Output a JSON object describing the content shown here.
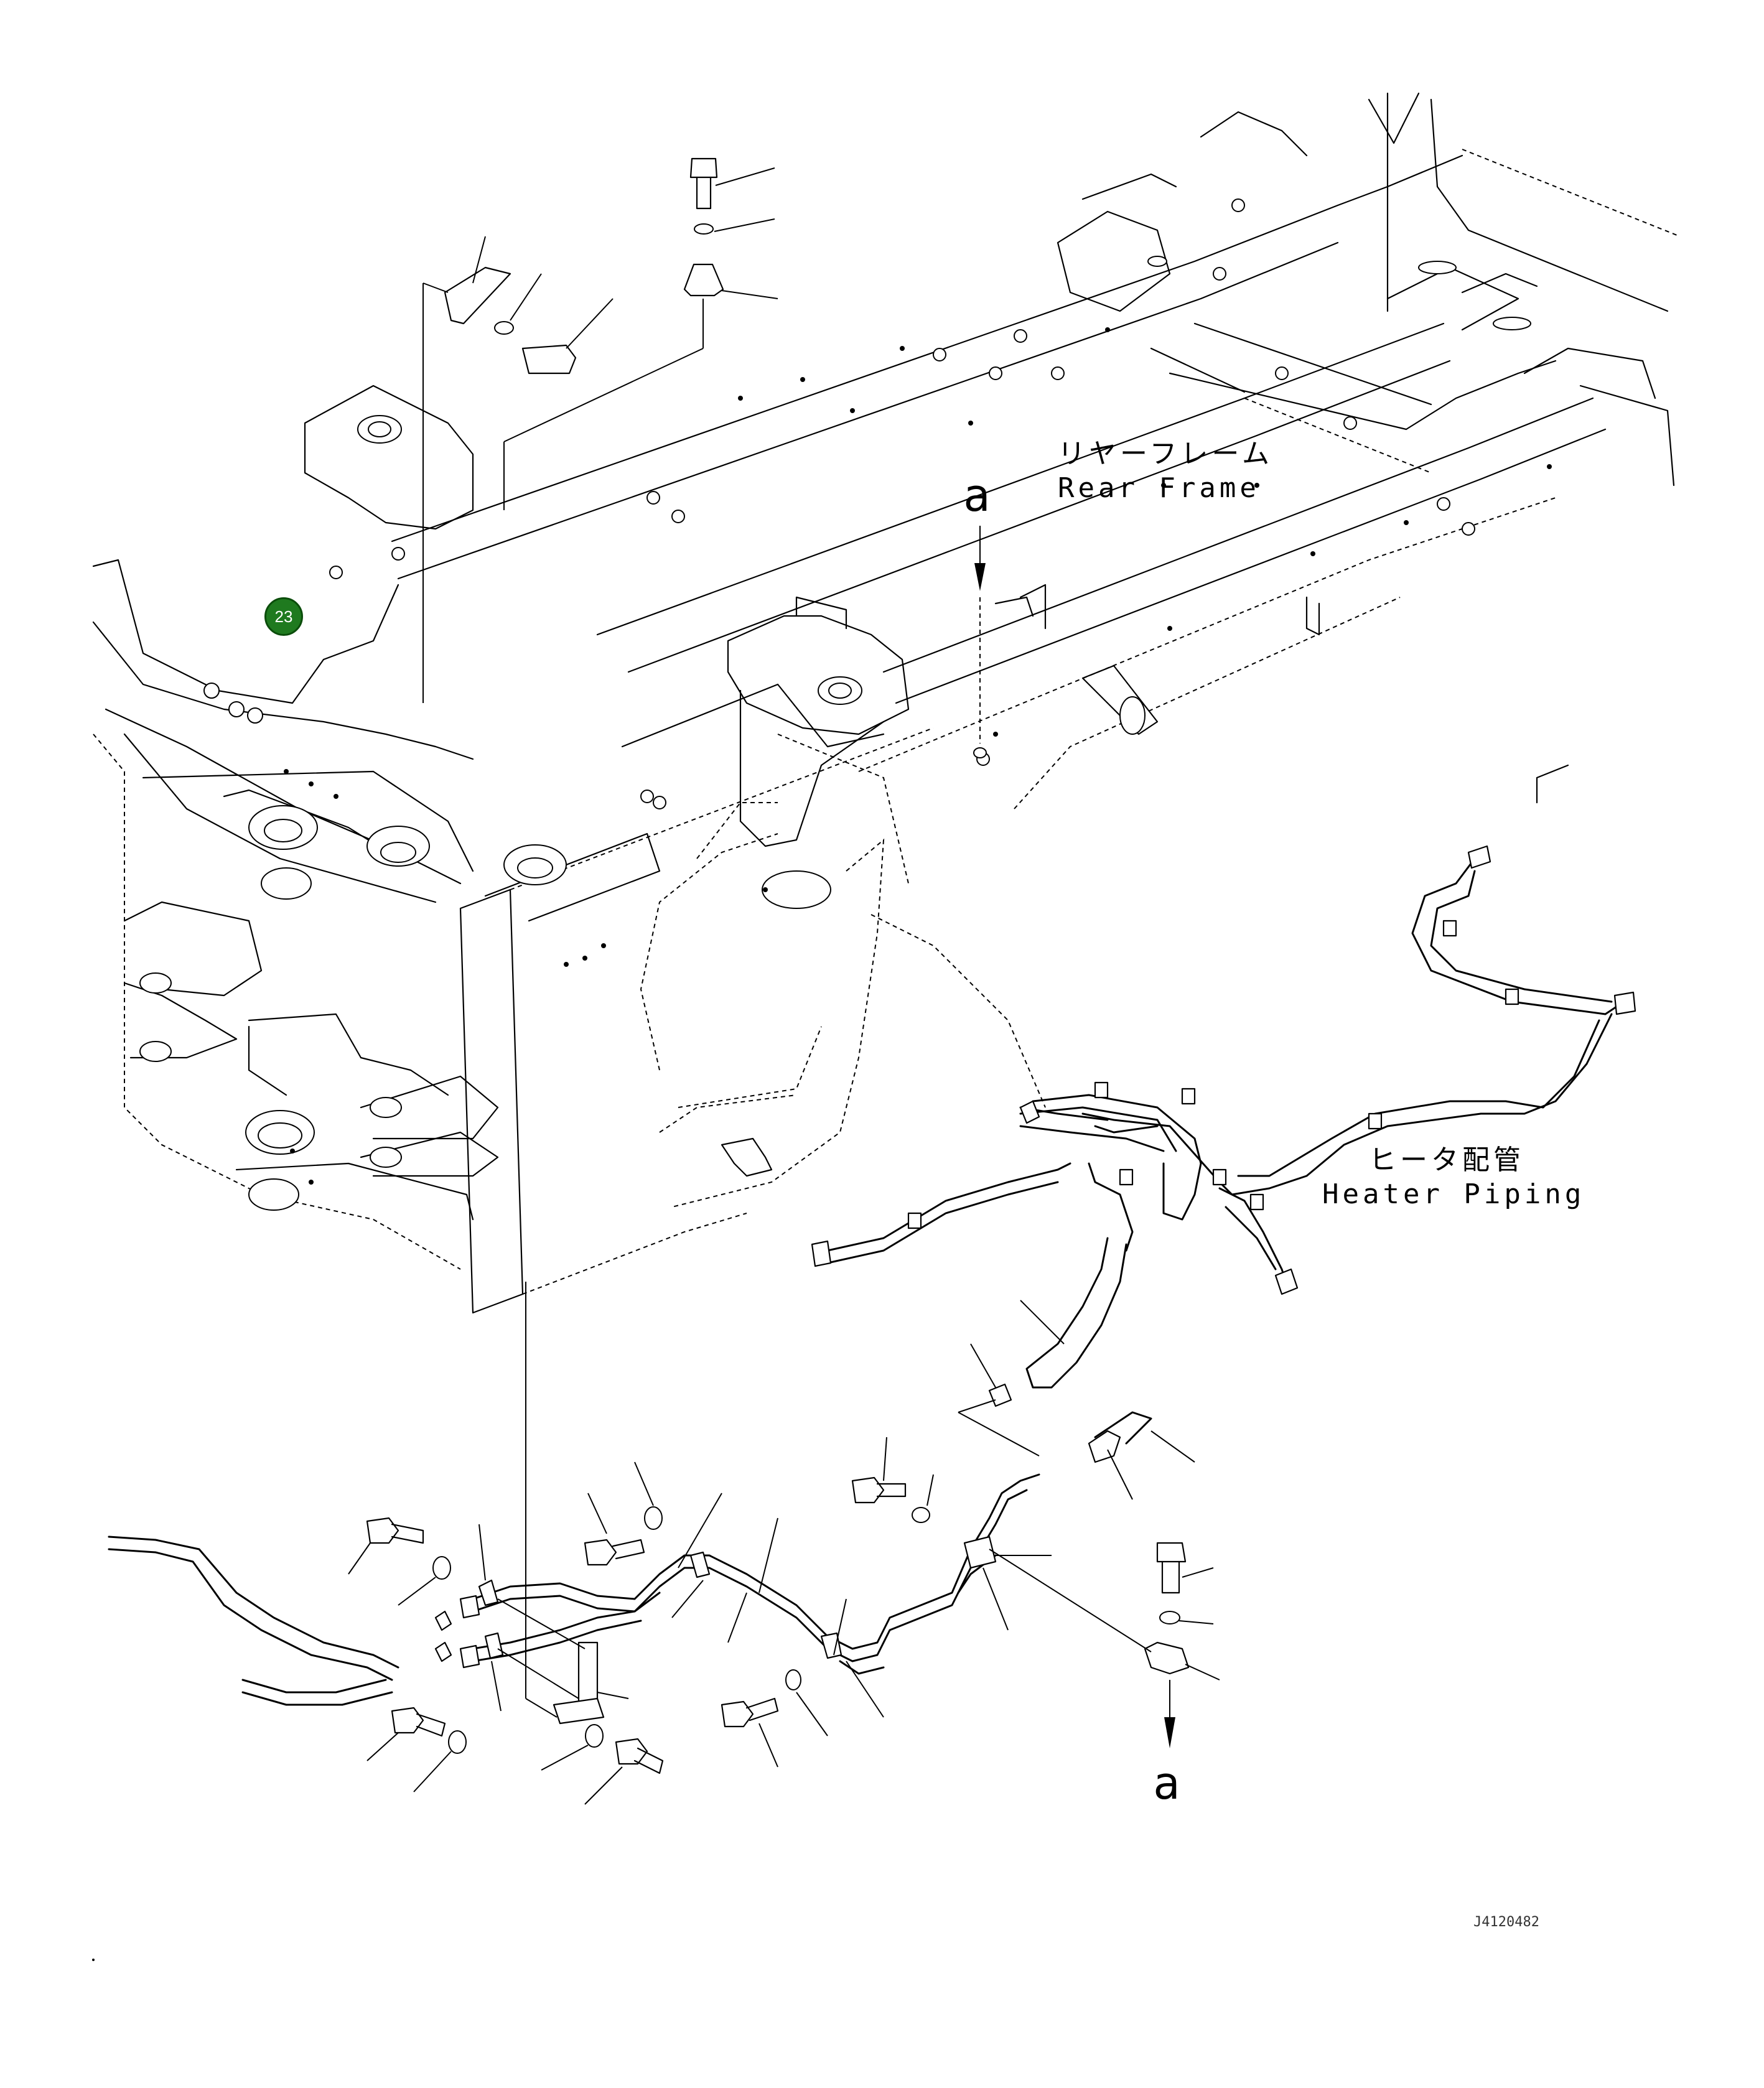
{
  "labels": {
    "rear_frame_jp": "リヤーフレーム",
    "rear_frame_en": "Rear Frame",
    "heater_piping_jp": "ヒータ配管",
    "heater_piping_en": "Heater Piping",
    "view_marker_top": "a",
    "view_marker_bottom": "a",
    "drawing_number": "J4120482"
  },
  "callouts": [
    {
      "number": "23"
    }
  ],
  "colors": {
    "line": "#000000",
    "background": "#ffffff",
    "callout_fill": "#1f7a1f"
  }
}
